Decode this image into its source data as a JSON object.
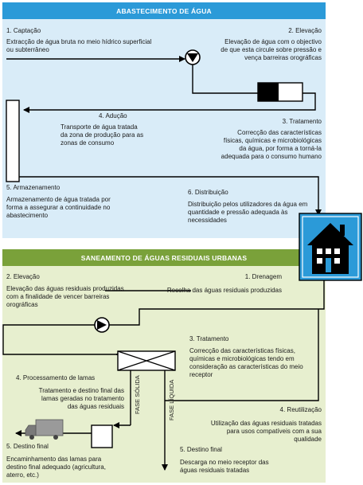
{
  "top": {
    "title": "ABASTECIMENTO DE ÁGUA",
    "captacao": {
      "title": "1. Captação",
      "desc": [
        "Extracção de água bruta no meio hídrico superficial",
        "ou subterrâneo"
      ]
    },
    "elevacao": {
      "title": "2. Elevação",
      "desc": [
        "Elevação de água com o objectivo",
        "de que esta circule sobre pressão e",
        "vença barreiras orográficas"
      ]
    },
    "tratamento": {
      "title": "3. Tratamento",
      "desc": [
        "Correcção das características",
        "físicas,  químicas e microbiológicas",
        "da água, por forma a torná-la",
        "adequada para o consumo humano"
      ]
    },
    "aducao": {
      "title": "4. Adução",
      "desc": [
        "Transporte de água tratada",
        "da zona de produção para as",
        "zonas de consumo"
      ]
    },
    "armazenamento": {
      "title": "5. Armazenamento",
      "desc": [
        "Armazenamento de água tratada por",
        "forma a assegurar a continuidade no",
        "abastecimento"
      ]
    },
    "distribuicao": {
      "title": "6. Distribuição",
      "desc": [
        "Distribuição pelos utilizadores da água em",
        "quantidade e pressão adequada às",
        "necessidades"
      ]
    }
  },
  "bottom": {
    "title": "SANEAMENTO DE ÁGUAS RESIDUAIS URBANAS",
    "elevacao": {
      "title": "2. Elevação",
      "desc": [
        "Elevação das águas residuais produzidas",
        "com a finalidade de vencer barreiras",
        "orográficas"
      ]
    },
    "drenagem": {
      "title": "1. Drenagem",
      "desc": [
        "Recolha das águas residuais produzidas"
      ]
    },
    "tratamento": {
      "title": "3. Tratamento",
      "desc": [
        "Correcção das características físicas,",
        "químicas e microbiológicas tendo em",
        "consideração as características do meio",
        "receptor"
      ]
    },
    "lamas": {
      "title": "4. Processamento de lamas",
      "desc": [
        "Tratamento e destino final das",
        "lamas geradas no tratamento",
        "das águas residuais"
      ]
    },
    "reutilizacao": {
      "title": "4. Reutilização",
      "desc": [
        "Utilização das águas residuais tratadas",
        "para usos compatíveis com a sua",
        "qualidade"
      ]
    },
    "destino_solido": {
      "title": "5. Destino final",
      "desc": [
        "Encaminhamento das lamas para",
        "destino final adequado  (agricultura,",
        "aterro, etc.)"
      ]
    },
    "destino_liquido": {
      "title": "5. Destino final",
      "desc": [
        "Descarga no meio receptor das",
        "águas residuais tratadas"
      ]
    },
    "fase_solida": "FASE SÓLIDA",
    "fase_liquida": "FASE LÍQUIDA"
  },
  "colors": {
    "top_band": "#2b9ad8",
    "top_bg": "#d9ecf8",
    "bottom_band": "#7aa13a",
    "bottom_bg": "#e7efcf",
    "house": "#2b9ad8"
  }
}
